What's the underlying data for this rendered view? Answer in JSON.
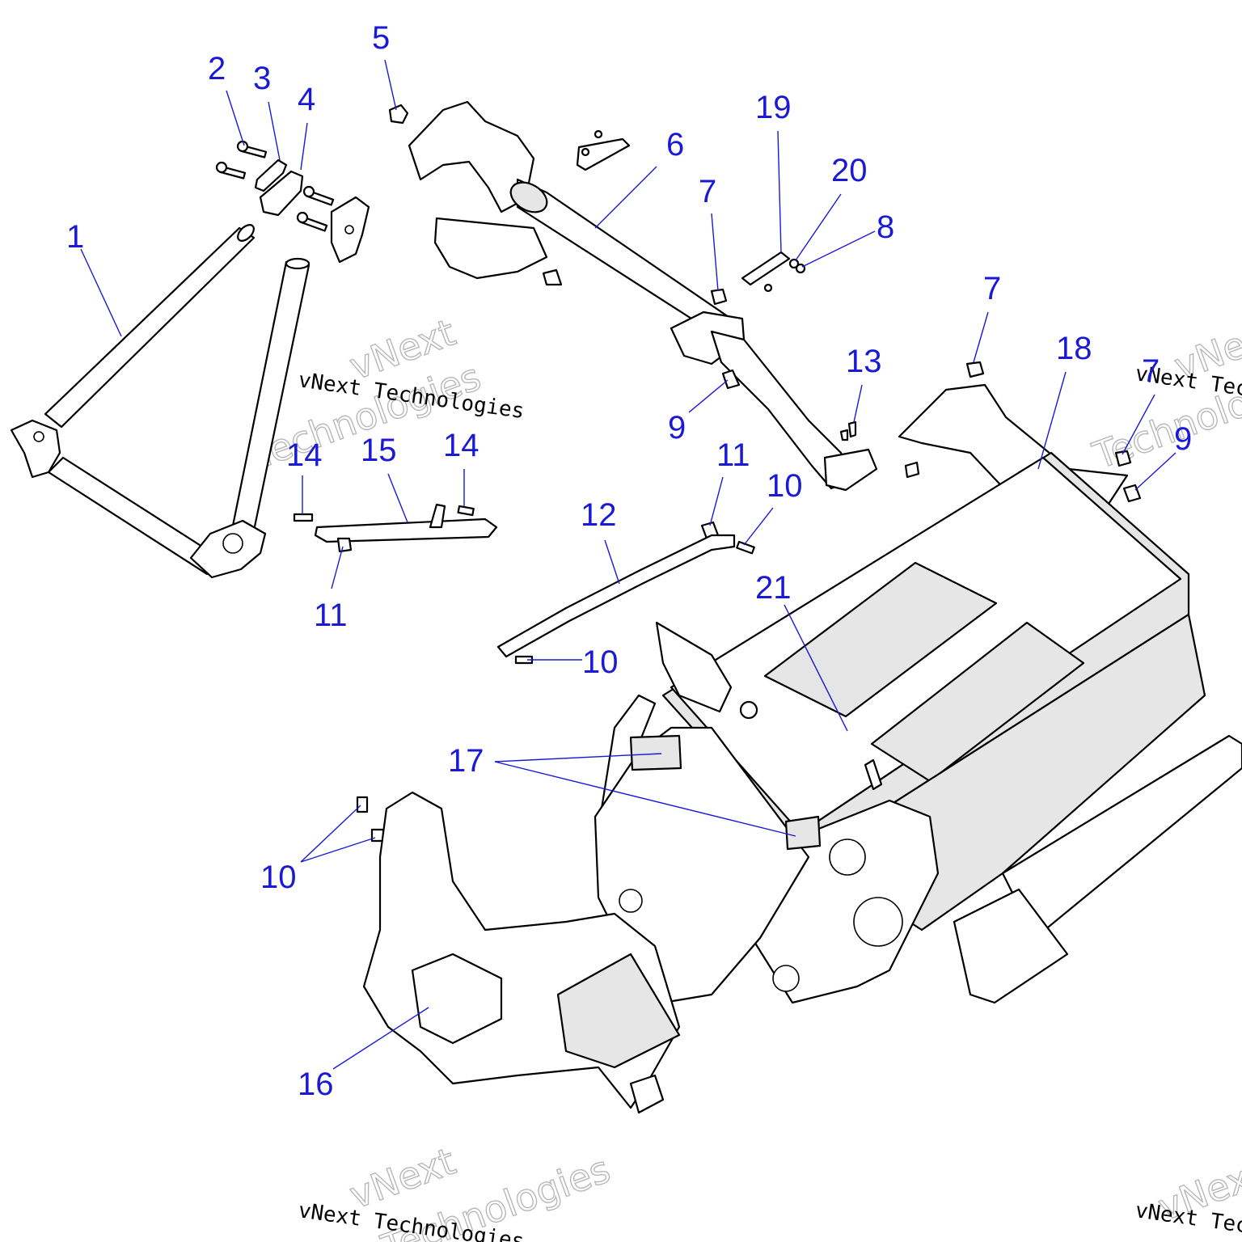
{
  "callouts": {
    "c1": "1",
    "c2": "2",
    "c3": "3",
    "c4": "4",
    "c5": "5",
    "c6": "6",
    "c7a": "7",
    "c7b": "7",
    "c7c": "7",
    "c8": "8",
    "c9a": "9",
    "c9b": "9",
    "c10a": "10",
    "c10b": "10",
    "c10c": "10",
    "c11a": "11",
    "c11b": "11",
    "c12": "12",
    "c13": "13",
    "c14a": "14",
    "c14b": "14",
    "c15": "15",
    "c16": "16",
    "c17": "17",
    "c18": "18",
    "c19": "19",
    "c20": "20",
    "c21": "21"
  },
  "watermark": {
    "brand": "vNext Technologies",
    "outline_top": "vNext",
    "outline_bottom": "Technologies"
  },
  "colors": {
    "callout": "#1a1ad6",
    "line": "#000000",
    "shade": "#e6e6e6",
    "watermark_outline": "#b8b8b8"
  }
}
